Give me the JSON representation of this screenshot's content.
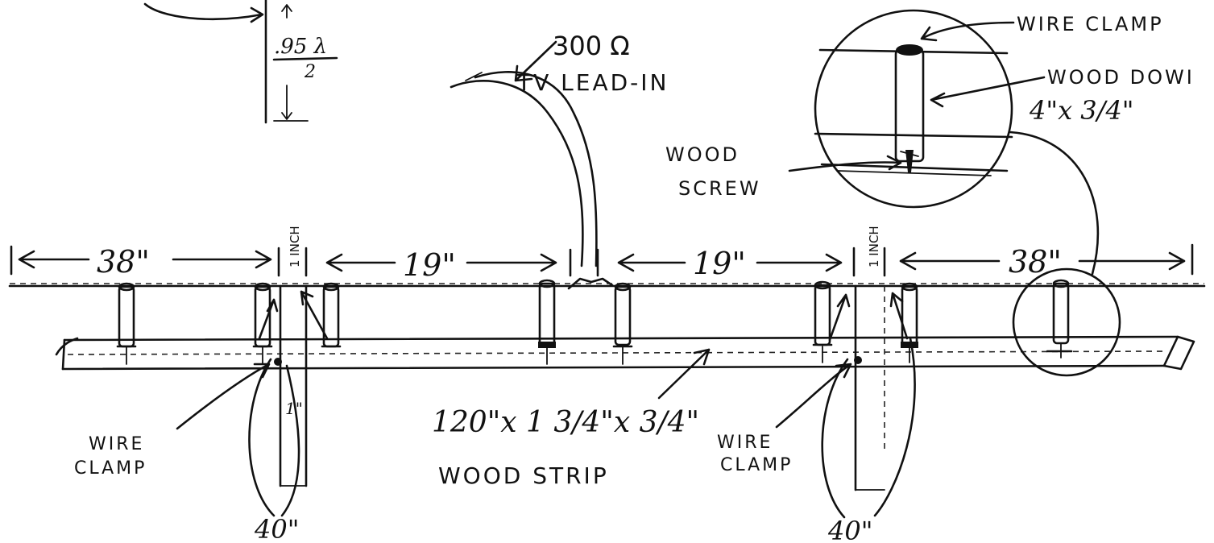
{
  "labels": {
    "wavelength_top": ".95 λ",
    "wavelength_bottom": "2",
    "feed_line_1": "300 Ω",
    "feed_line_2": "TV LEAD-IN",
    "wire_clamp_top": "WIRE CLAMP",
    "wood_dowel": "WOOD DOWI",
    "dowel_size": "4\"x 3/4\"",
    "wood_screw_1": "WOOD",
    "wood_screw_2": "SCREW",
    "gap_inch": "1 INCH",
    "dim_38": "38\"",
    "dim_19": "19\"",
    "strip_size": "120\"x 1 3/4\"x 3/4\"",
    "strip_name": "WOOD STRIP",
    "wire_clamp_1": "WIRE",
    "wire_clamp_2": "CLAMP",
    "dim_40": "40\"",
    "dim_1": "1\""
  },
  "colors": {
    "ink": "#111111",
    "paper": "#ffffff"
  }
}
